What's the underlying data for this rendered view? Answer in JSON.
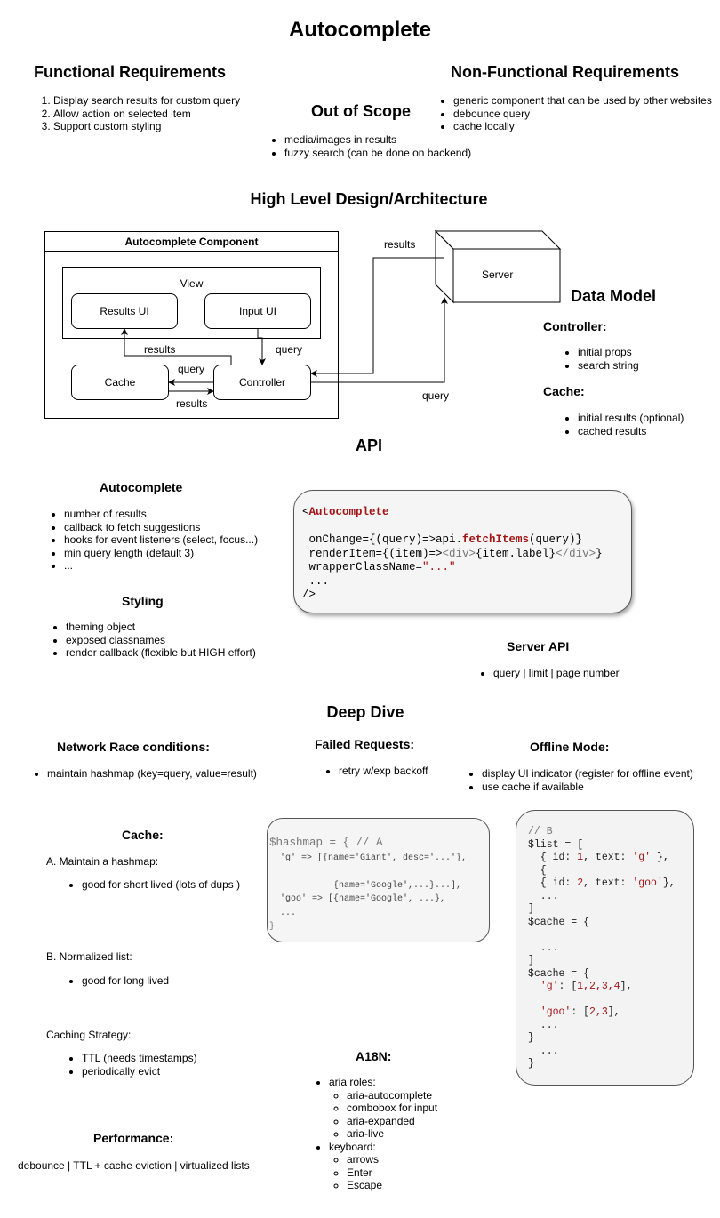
{
  "title": "Autocomplete",
  "functional": {
    "heading": "Functional Requirements",
    "items": [
      "Display search results for custom query",
      "Allow action on selected item",
      "Support custom styling"
    ]
  },
  "nonfunctional": {
    "heading": "Non-Functional Requirements",
    "items": [
      "generic component that can be used by other websites",
      "debounce query",
      "cache locally"
    ]
  },
  "out_of_scope": {
    "heading": "Out of Scope",
    "items": [
      "media/images in results",
      "fuzzy search (can be done on backend)"
    ]
  },
  "hld": {
    "heading": "High Level Design/Architecture",
    "component_title": "Autocomplete Component",
    "view_label": "View",
    "results_ui": "Results UI",
    "input_ui": "Input UI",
    "cache": "Cache",
    "controller": "Controller",
    "server": "Server",
    "edge_results_top": "results",
    "edge_results_view": "results",
    "edge_query_input": "query",
    "edge_query_cache": "query",
    "edge_results_cache": "results",
    "edge_query_server": "query"
  },
  "data_model": {
    "heading": "Data Model",
    "controller_label": "Controller:",
    "controller_items": [
      "initial props",
      "search string"
    ],
    "cache_label": "Cache:",
    "cache_items": [
      "initial results (optional)",
      "cached results"
    ]
  },
  "api": {
    "heading": "API",
    "autocomplete_label": "Autocomplete",
    "autocomplete_items": [
      "number of results",
      "callback to fetch suggestions",
      "hooks for event listeners (select, focus...)",
      "min query length (default 3)",
      "..."
    ],
    "styling_label": "Styling",
    "styling_items": [
      "theming object",
      "exposed classnames",
      "render callback (flexible but HIGH effort)"
    ],
    "code": {
      "open": "<",
      "tag": "Autocomplete",
      "line1_a": " onChange={(query)=>api.",
      "line1_fn": "fetchItems",
      "line1_b": "(query)}",
      "line2_a": " renderItem={(item)=>",
      "line2_tag1": "<div>",
      "line2_b": "{item.label}",
      "line2_tag2": "</div>",
      "line2_c": "}",
      "line3_a": " wrapperClassName=",
      "line3_str": "\"...\"",
      "line4": " ...",
      "close": "/>"
    },
    "server_api_label": "Server API",
    "server_api_items": [
      "query | limit | page number"
    ]
  },
  "deep_dive": {
    "heading": "Deep Dive",
    "network_label": "Network Race conditions:",
    "network_items": [
      "maintain hashmap (key=query, value=result)"
    ],
    "failed_label": "Failed Requests:",
    "failed_items": [
      "retry w/exp backoff"
    ],
    "offline_label": "Offline Mode:",
    "offline_items": [
      "display UI indicator (register for offline event)",
      "use cache if available"
    ],
    "cache_label": "Cache:",
    "cache_a": "A. Maintain a hashmap:",
    "cache_a_items": [
      "good for short lived (lots of dups )"
    ],
    "cache_b": "B. Normalized list:",
    "cache_b_items": [
      "good for long lived"
    ],
    "strategy_label": "Caching Strategy:",
    "strategy_items": [
      "TTL (needs timestamps)",
      "periodically evict"
    ],
    "performance_label": "Performance:",
    "performance_text": "debounce | TTL + cache eviction | virtualized lists",
    "a18n_label": "A18N:",
    "aria_label": "aria roles:",
    "aria_items": [
      "aria-autocomplete",
      "combobox for input",
      "aria-expanded",
      "aria-live"
    ],
    "keyboard_label": "keyboard:",
    "keyboard_items": [
      "arrows",
      "Enter",
      "Escape"
    ],
    "hash_code": {
      "l1": "$hashmap = { // A",
      "l2_key": "'g'",
      "l2_rest": " => [{name='Giant', desc='...'},",
      "l3": "            {name='Google',...}...],",
      "l4_key": "'goo'",
      "l4_rest": " => [{name='Google', ...},",
      "l5": "  ...",
      "l6": "}"
    },
    "list_code": {
      "c1": "// B",
      "c2": "$list = [",
      "c3_a": "  { id: ",
      "c3_n": "1",
      "c3_b": ", text: ",
      "c3_s": "'g'",
      "c3_c": " },",
      "c4": "  {",
      "c5_a": "  { id: ",
      "c5_n": "2",
      "c5_b": ", text: ",
      "c5_s": "'goo'",
      "c5_c": "},",
      "c6": "  ...",
      "c7": "]",
      "c8": "$cache = {",
      "c9": "  ...",
      "c10": "]",
      "c11": "$cache = {",
      "c12_s": "'g'",
      "c12_b": ": [",
      "c12_n": "1,2,3,4",
      "c12_c": "],",
      "c13_s": "'goo'",
      "c13_b": ": [",
      "c13_n": "2,3",
      "c13_c": "],",
      "c14": "  ...",
      "c15": "}",
      "c16": "  ...",
      "c17": "}"
    }
  }
}
